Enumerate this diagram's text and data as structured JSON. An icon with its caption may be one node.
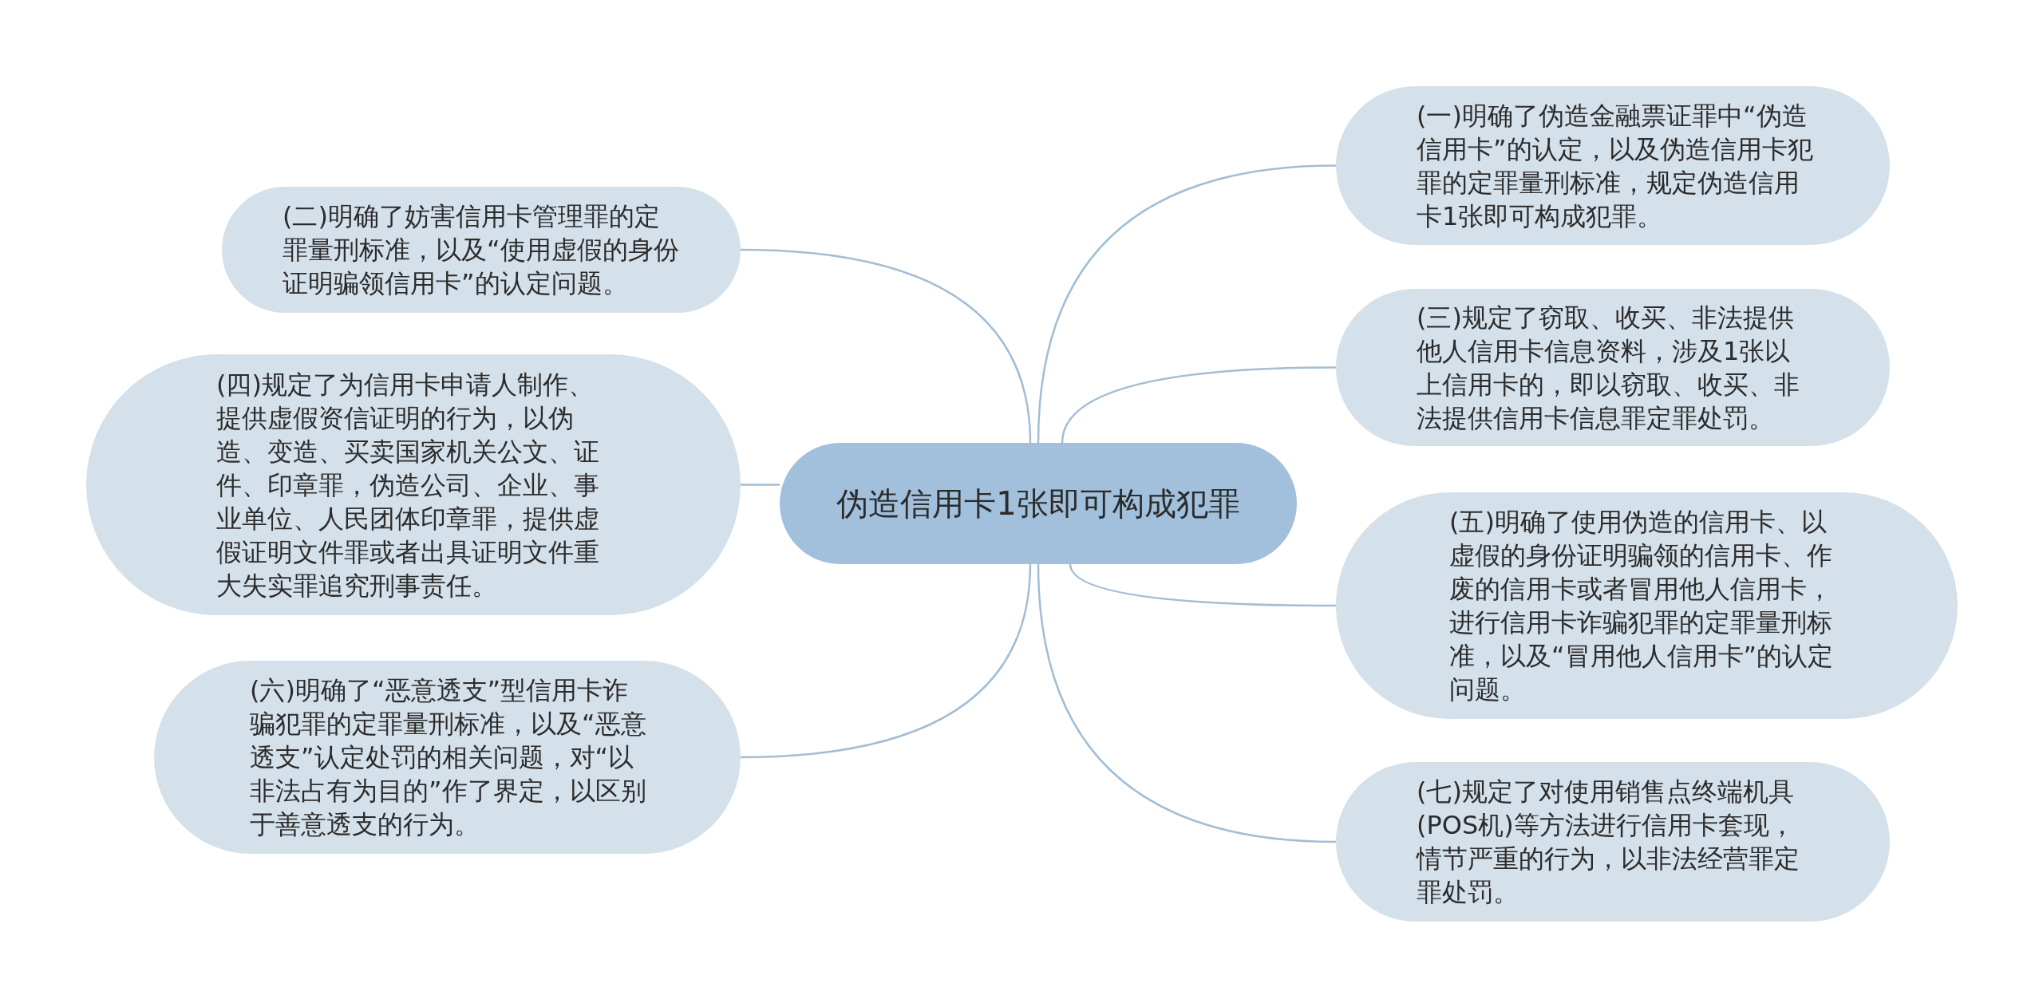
{
  "diagram": {
    "nodes": [
      {
        "text": [
          "伪造信用卡1张即可构成犯罪"
        ]
      },
      {
        "text": [
          "(一)明确了伪造金融票证罪中“伪造信用卡”的认定，以及伪造信用卡犯罪的定罪量刑标准，规定伪造信用卡1张即可构成犯罪。"
        ]
      },
      {
        "text": [
          "(二)明确了妨害信用卡管理罪的定罪量刑标准，以及“使用虚假的身份证明骗领信用卡”的认定问题。"
        ]
      },
      {
        "text": [
          "(三)规定了窃取、收买、非法提供他人信用卡信息资料，涉及1张以上信用卡的，即以窃取、收买、非法提供信用卡信息罪定罪处罚。"
        ]
      },
      {
        "text": [
          "(四)规定了为信用卡申请人制作、提供虚假资信证明的行为，以伪造、变造、买卖国家机关公文、证件、印章罪，伪造公司、企业、事业单位、人民团体印章罪，提供虚假证明文件罪或者出具证明文件重大失实罪追究刑事责任。"
        ]
      },
      {
        "text": [
          "(五)明确了使用伪造的信用卡、以虚假的身份证明骗领的信用卡、作废的信用卡或者冒用他人信用卡，进行信用卡诈骗犯罪的定罪量刑标准，以及“冒用他人信用卡”的认定问题。"
        ]
      },
      {
        "text": [
          "(六)明确了“恶意透支”型信用卡诈骗犯罪的定罪量刑标准，以及“恶意透支”认定处罚的相关问题，对“以非法占有为目的”作了界定，以区别于善意透支的行为。"
        ]
      },
      {
        "text": [
          "(七)规定了对使用销售点终端机具(POS机)等方法进行信用卡套现，情节严重的行为，以非法经营罪定罪处罚。"
        ]
      }
    ],
    "edges": [
      {
        "from": 0,
        "to": 1,
        "arrow": "none"
      },
      {
        "from": 0,
        "to": 2,
        "arrow": "none"
      },
      {
        "from": 0,
        "to": 3,
        "arrow": "none"
      },
      {
        "from": 0,
        "to": 4,
        "arrow": "none"
      },
      {
        "from": 0,
        "to": 5,
        "arrow": "none"
      },
      {
        "from": 0,
        "to": 6,
        "arrow": "none"
      },
      {
        "from": 0,
        "to": 7,
        "arrow": "none"
      }
    ]
  }
}
